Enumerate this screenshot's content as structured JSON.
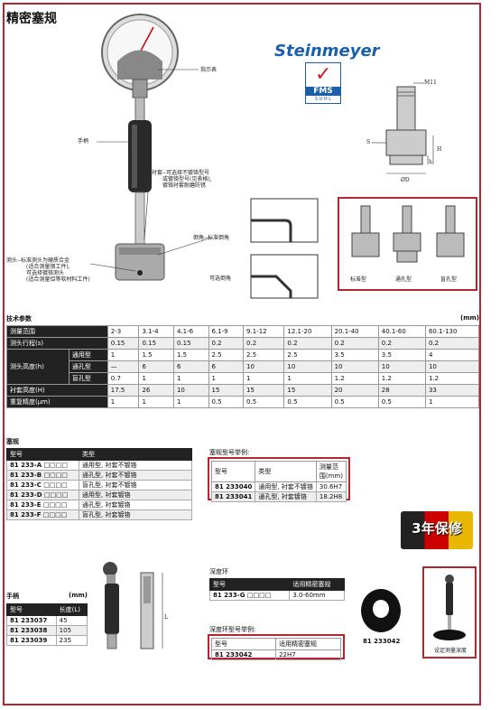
{
  "page": {
    "title": "精密塞规"
  },
  "top_callouts": {
    "indicator": "指示表",
    "handle": "手柄",
    "sleeve_line1": "衬套--可选择不镀铬型号",
    "sleeve_line2": "或镀铬型号(见表格),",
    "sleeve_line3": "镀铬衬套耐磨防锈",
    "chamfer_label": "倒角--标准倒角",
    "optional_chamfer": "可选倒角",
    "probe_line1": "测头--标准测头为硬质合金",
    "probe_line2": "(适合测量钢工件),",
    "probe_line3": "可选择镀铬测头",
    "probe_line4": "(适合测量铝等软材料工件)"
  },
  "logo": {
    "brand": "Steinmeyer",
    "mark": "FMS",
    "sub": "S U H L"
  },
  "dimension_labels": {
    "m11": "M11",
    "s": "S",
    "h": "h",
    "H": "H",
    "od": "ØD"
  },
  "types": [
    "标准型",
    "通孔型",
    "盲孔型"
  ],
  "specs": {
    "title": "技术参数",
    "unit": "(mm)",
    "rows": [
      {
        "label": "测量范围",
        "values": [
          "2-3",
          "3.1-4",
          "4.1-6",
          "6.1-9",
          "9.1-12",
          "12.1-20",
          "20.1-40",
          "40.1-60",
          "60.1-130"
        ]
      },
      {
        "label": "测头行程(s)",
        "values": [
          "0.15",
          "0.15",
          "0.15",
          "0.2",
          "0.2",
          "0.2",
          "0.2",
          "0.2",
          "0.2"
        ]
      },
      {
        "group": "测头高度(h)",
        "label": "通用型",
        "values": [
          "1",
          "1.5",
          "1.5",
          "2.5",
          "2.5",
          "2.5",
          "3.5",
          "3.5",
          "4"
        ]
      },
      {
        "group": "",
        "label": "通孔型",
        "values": [
          "—",
          "6",
          "6",
          "6",
          "10",
          "10",
          "10",
          "10",
          "10"
        ]
      },
      {
        "group": "",
        "label": "盲孔型",
        "values": [
          "0.7",
          "1",
          "1",
          "1",
          "1",
          "1",
          "1.2",
          "1.2",
          "1.2"
        ]
      },
      {
        "label": "衬套高度(H)",
        "values": [
          "17.5",
          "26",
          "10",
          "15",
          "15",
          "15",
          "20",
          "28",
          "33"
        ]
      },
      {
        "label": "重复精度(μm)",
        "values": [
          "1",
          "1",
          "1",
          "0.5",
          "0.5",
          "0.5",
          "0.5",
          "0.5",
          "1"
        ]
      }
    ]
  },
  "gauge_table": {
    "title": "塞规",
    "headers": [
      "型号",
      "类型"
    ],
    "rows": [
      [
        "81 233-A □□□□",
        "通用型, 衬套不镀铬"
      ],
      [
        "81 233-B □□□□",
        "通孔型, 衬套不镀铬"
      ],
      [
        "81 233-C □□□□",
        "盲孔型, 衬套不镀铬"
      ],
      [
        "81 233-D □□□□",
        "通用型, 衬套镀铬"
      ],
      [
        "81 233-E □□□□",
        "通孔型, 衬套镀铬"
      ],
      [
        "81 233-F □□□□",
        "盲孔型, 衬套镀铬"
      ]
    ]
  },
  "example_table": {
    "title": "塞规型号举例:",
    "headers": [
      "型号",
      "类型",
      "测量范围(mm)"
    ],
    "rows": [
      [
        "81 233040",
        "通用型, 衬套不镀铬",
        "30.6H7"
      ],
      [
        "81 233041",
        "通孔型, 衬套镀铬",
        "18.2H8"
      ]
    ]
  },
  "warranty": {
    "text": "3年保修"
  },
  "handle_table": {
    "title": "手柄",
    "unit": "(mm)",
    "headers": [
      "型号",
      "长度(L)"
    ],
    "rows": [
      [
        "81 233037",
        "45"
      ],
      [
        "81 233038",
        "105"
      ],
      [
        "81 233039",
        "235"
      ]
    ]
  },
  "handle_dim": "L",
  "ring_table": {
    "title": "深度环",
    "headers": [
      "型号",
      "适用精密塞规"
    ],
    "rows": [
      [
        "81 233-G □□□□",
        "3.0-60mm"
      ]
    ]
  },
  "ring_example": {
    "title": "深度环型号举例:",
    "headers": [
      "型号",
      "适用精密塞规"
    ],
    "rows": [
      [
        "81 233042",
        "22H7"
      ]
    ]
  },
  "ring_label": "81 233042",
  "ring_caption": "设定测量深度"
}
